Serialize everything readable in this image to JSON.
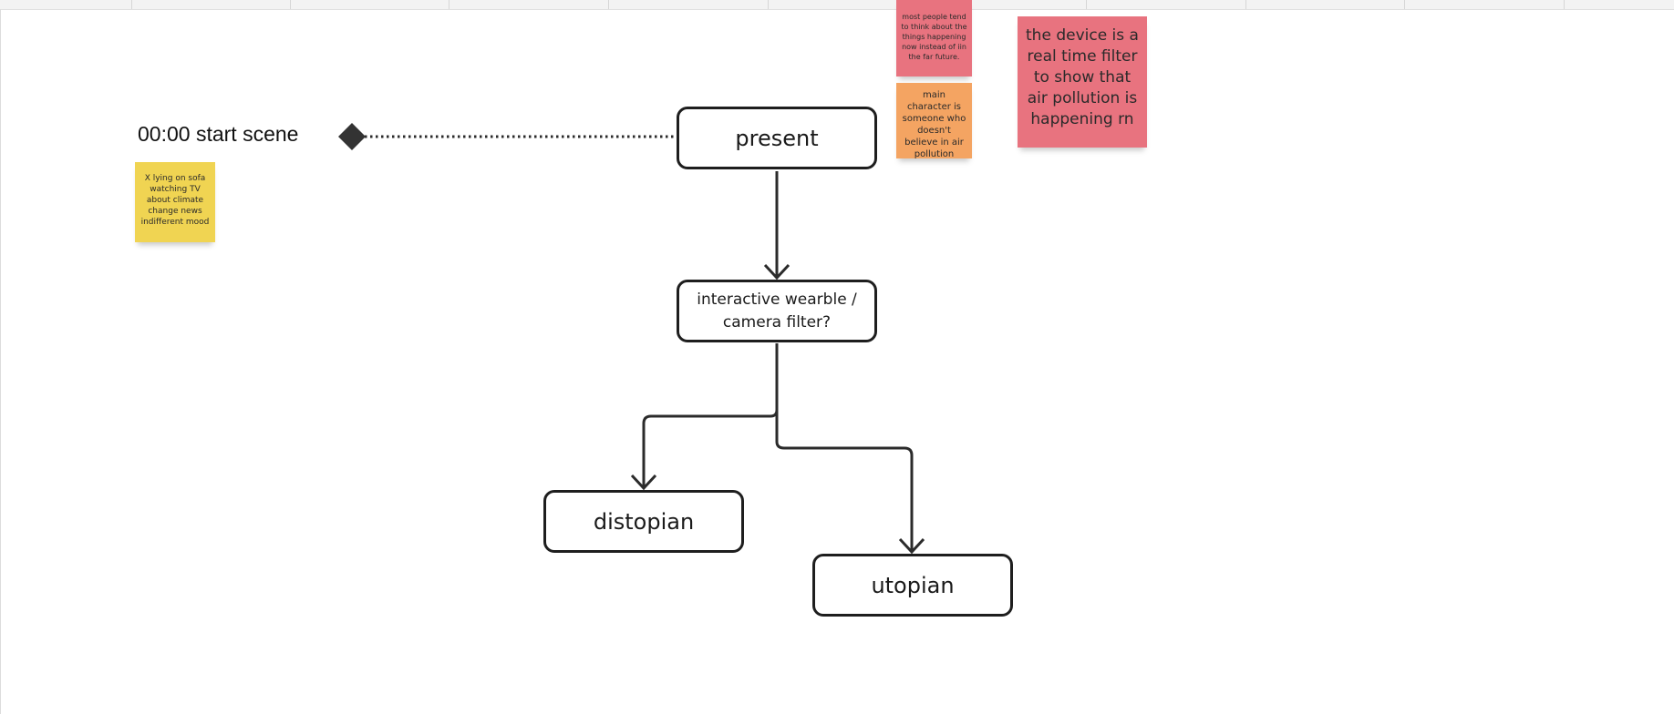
{
  "timeline": {
    "scene_label": "00:00 start scene"
  },
  "nodes": {
    "present": "present",
    "interactive": "interactive wearble / camera filter?",
    "distopian": "distopian",
    "utopian": "utopian"
  },
  "stickies": {
    "sofa": "X lying on sofa watching TV about climate change news indifferent mood",
    "people": "most people tend to think about the things happening now instead of iin the far future.",
    "character": "main character is someone who doesn't believe in air pollution",
    "device": "the device is a real time filter to show that air pollution is happening rn"
  },
  "colors": {
    "yellow_note": "#f0d452",
    "pink_note": "#e8737f",
    "orange_note": "#f4a462",
    "node_border": "#1e1e1e",
    "connector": "#2b2b2b",
    "marker": "#333333"
  }
}
